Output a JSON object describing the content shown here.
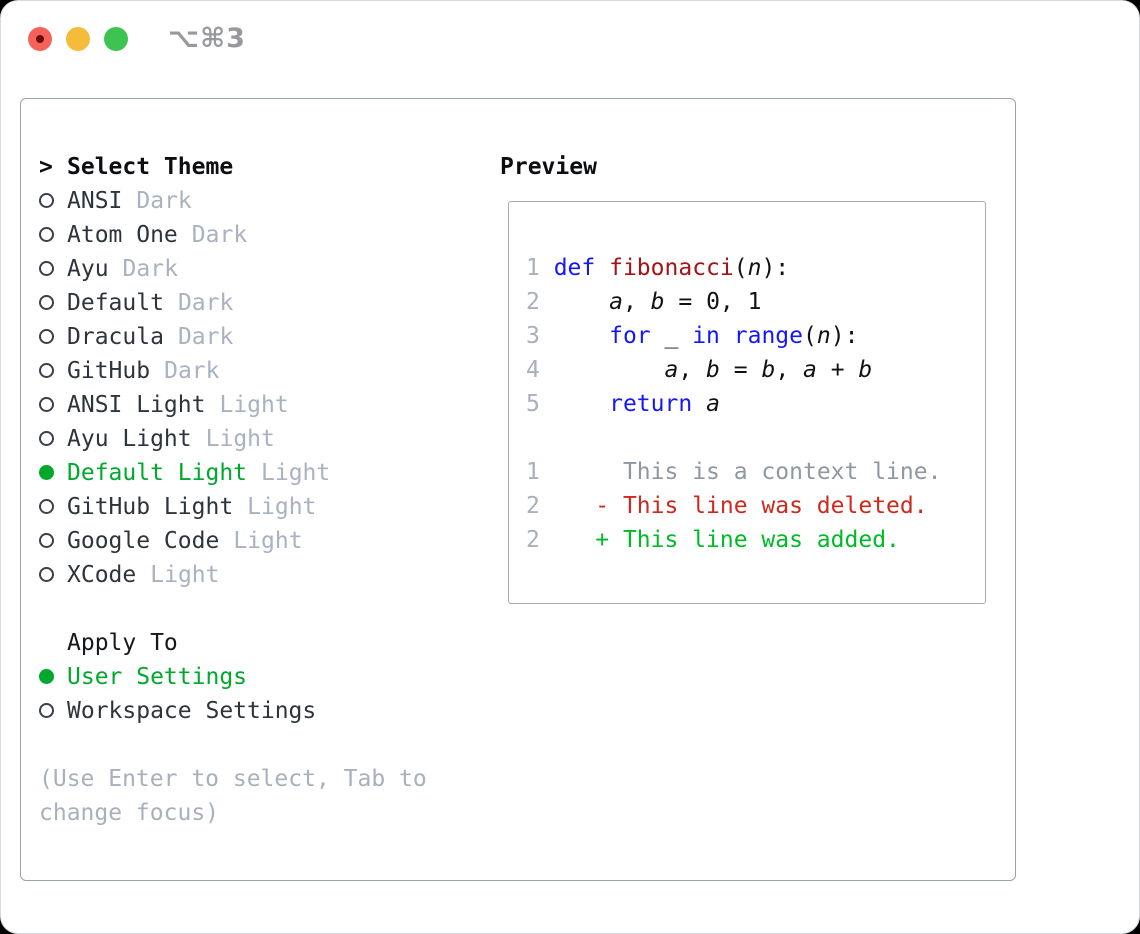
{
  "window": {
    "title": "⌥⌘3",
    "traffic_lights": [
      "close",
      "minimize",
      "zoom"
    ]
  },
  "colors": {
    "accent_green": "#00a82d",
    "keyword_blue": "#1518f5",
    "function_red": "#a31515",
    "diff_deleted_red": "#cd2a1d",
    "diff_added_green": "#00bb27",
    "muted_gray": "#a8b0bc",
    "panel_border_gray": "#9aa2ae",
    "traffic_red": "#f4635a",
    "traffic_yellow": "#f5bb3b",
    "traffic_green": "#3dc450"
  },
  "theme_picker": {
    "header": {
      "prefix": ">",
      "label": "Select Theme"
    },
    "items": [
      {
        "name": "ANSI",
        "tag": "Dark",
        "selected": false
      },
      {
        "name": "Atom One",
        "tag": "Dark",
        "selected": false
      },
      {
        "name": "Ayu",
        "tag": "Dark",
        "selected": false
      },
      {
        "name": "Default",
        "tag": "Dark",
        "selected": false
      },
      {
        "name": "Dracula",
        "tag": "Dark",
        "selected": false
      },
      {
        "name": "GitHub",
        "tag": "Dark",
        "selected": false
      },
      {
        "name": "ANSI Light",
        "tag": "Light",
        "selected": false
      },
      {
        "name": "Ayu Light",
        "tag": "Light",
        "selected": false
      },
      {
        "name": "Default Light",
        "tag": "Light",
        "selected": true
      },
      {
        "name": "GitHub Light",
        "tag": "Light",
        "selected": false
      },
      {
        "name": "Google Code",
        "tag": "Light",
        "selected": false
      },
      {
        "name": "XCode",
        "tag": "Light",
        "selected": false
      }
    ]
  },
  "apply_to": {
    "header": "Apply To",
    "options": [
      {
        "label": "User Settings",
        "selected": true
      },
      {
        "label": "Workspace Settings",
        "selected": false
      }
    ]
  },
  "help": {
    "line1": "(Use Enter to select, Tab to",
    "line2": "change focus)"
  },
  "preview": {
    "header": "Preview",
    "lines": [
      [
        {
          "t": "1 ",
          "c": "ln"
        },
        {
          "t": "def",
          "c": "kw"
        },
        {
          "t": " ",
          "c": "pl"
        },
        {
          "t": "fibonacci",
          "c": "fn"
        },
        {
          "t": "(",
          "c": "pl"
        },
        {
          "t": "n",
          "c": "id"
        },
        {
          "t": "):",
          "c": "pl"
        }
      ],
      [
        {
          "t": "2",
          "c": "ln"
        },
        {
          "t": "     ",
          "c": "pl"
        },
        {
          "t": "a",
          "c": "id"
        },
        {
          "t": ", ",
          "c": "pl"
        },
        {
          "t": "b",
          "c": "id"
        },
        {
          "t": " = 0, 1",
          "c": "pl"
        }
      ],
      [
        {
          "t": "3",
          "c": "ln"
        },
        {
          "t": "     ",
          "c": "pl"
        },
        {
          "t": "for",
          "c": "kw"
        },
        {
          "t": " _ ",
          "c": "pl"
        },
        {
          "t": "in",
          "c": "kw"
        },
        {
          "t": " ",
          "c": "pl"
        },
        {
          "t": "range",
          "c": "kw"
        },
        {
          "t": "(",
          "c": "pl"
        },
        {
          "t": "n",
          "c": "id"
        },
        {
          "t": "):",
          "c": "pl"
        }
      ],
      [
        {
          "t": "4",
          "c": "ln"
        },
        {
          "t": "         ",
          "c": "pl"
        },
        {
          "t": "a",
          "c": "id"
        },
        {
          "t": ", ",
          "c": "pl"
        },
        {
          "t": "b",
          "c": "id"
        },
        {
          "t": " = ",
          "c": "pl"
        },
        {
          "t": "b",
          "c": "id"
        },
        {
          "t": ", ",
          "c": "pl"
        },
        {
          "t": "a",
          "c": "id"
        },
        {
          "t": " + ",
          "c": "pl"
        },
        {
          "t": "b",
          "c": "id"
        }
      ],
      [
        {
          "t": "5",
          "c": "ln"
        },
        {
          "t": "     ",
          "c": "pl"
        },
        {
          "t": "return",
          "c": "kw"
        },
        {
          "t": " ",
          "c": "pl"
        },
        {
          "t": "a",
          "c": "id"
        }
      ],
      [],
      [
        {
          "t": "1",
          "c": "ln"
        },
        {
          "t": "      ",
          "c": "pl"
        },
        {
          "t": "This is a context line.",
          "c": "ctx"
        }
      ],
      [
        {
          "t": "2",
          "c": "ln"
        },
        {
          "t": "    ",
          "c": "pl"
        },
        {
          "t": "- This line was deleted.",
          "c": "del"
        }
      ],
      [
        {
          "t": "2",
          "c": "ln"
        },
        {
          "t": "    ",
          "c": "pl"
        },
        {
          "t": "+ This line was added.",
          "c": "add"
        }
      ]
    ]
  }
}
